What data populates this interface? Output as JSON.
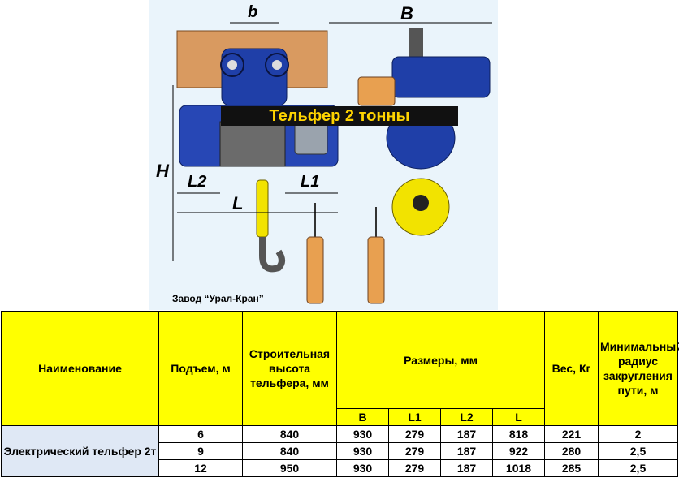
{
  "drawing": {
    "banner": "Тельфер 2 тонны",
    "factory": "Завод “Урал-Кран”",
    "dim_labels": {
      "b": "b",
      "B": "B",
      "H": "H",
      "L": "L",
      "L1": "L1",
      "L2": "L2"
    },
    "colors": {
      "motor_blue": "#1f3fa8",
      "hook_yellow": "#f2e300",
      "beam_orange": "#d99a60",
      "pendant_orange": "#e8a050"
    }
  },
  "table": {
    "headers": {
      "name": "Наименование",
      "lift": "Подъем, м",
      "height": "Строительная высота тельфера, мм",
      "dims": "Размеры, мм",
      "weight": "Вес, Кг",
      "radius": "Минимальный радиус закругления пути, м"
    },
    "sub_headers": [
      "B",
      "L1",
      "L2",
      "L"
    ],
    "product_name": "Электрический тельфер 2т",
    "rows": [
      {
        "lift": "6",
        "height": "840",
        "B": "930",
        "L1": "279",
        "L2": "187",
        "L": "818",
        "weight": "221",
        "radius": "2"
      },
      {
        "lift": "9",
        "height": "840",
        "B": "930",
        "L1": "279",
        "L2": "187",
        "L": "922",
        "weight": "280",
        "radius": "2,5"
      },
      {
        "lift": "12",
        "height": "950",
        "B": "930",
        "L1": "279",
        "L2": "187",
        "L": "1018",
        "weight": "285",
        "radius": "2,5"
      }
    ]
  }
}
